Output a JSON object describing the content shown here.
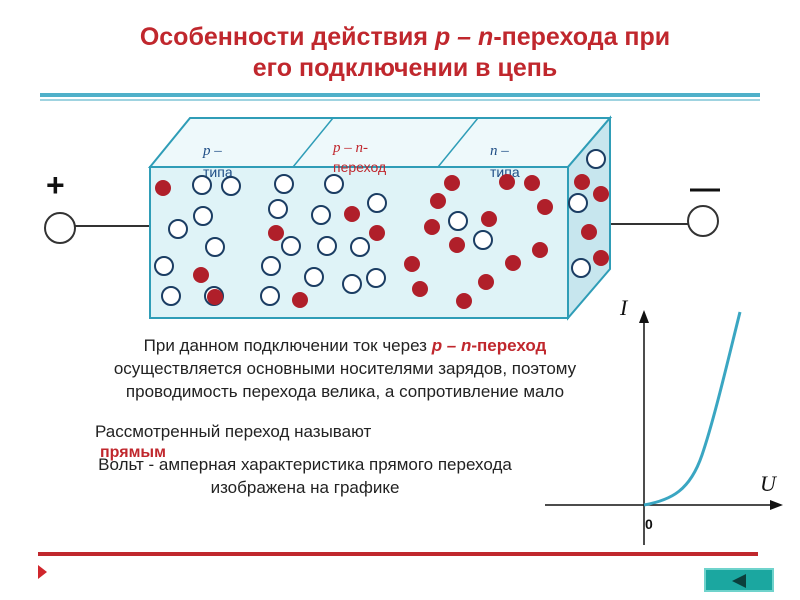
{
  "title": {
    "line1_pre": "Особенности действия ",
    "line1_pn": "p – n",
    "line1_post": "-перехода при",
    "line2": "его подключении в цепь"
  },
  "diagram": {
    "region_p_1": "p –",
    "region_p_2": "типа",
    "region_pn_1": "p – n-",
    "region_pn_2": "переход",
    "region_n_1": "n –",
    "region_n_2": "типа",
    "plus": "+",
    "minus": "—"
  },
  "graph": {
    "y_label": "I",
    "x_label": "U",
    "origin": "0"
  },
  "text": {
    "para1_pre": "При данном подключении ток через ",
    "para1_pn": "p – n",
    "para1_hl": "-переход",
    "para1_line2": "осуществляется основными носителями зарядов, поэтому",
    "para1_line3": "проводимость перехода велика, а сопротивление мало",
    "para2": "Рассмотренный переход называют",
    "para2_hl": "прямым",
    "para3_line1": "Вольт - амперная характеристика прямого перехода",
    "para3_line2": "изображена на графике"
  },
  "colors": {
    "title": "#c0272d",
    "accent_line": "#4fb0c9",
    "block_face": "#dff3f7",
    "block_border": "#2f9db7",
    "hole_ring": "#1b3d63",
    "electron": "#b01f2a",
    "curve": "#3aa6c2"
  },
  "icons": [
    "forward-arrow-icon",
    "back-arrow-icon"
  ]
}
